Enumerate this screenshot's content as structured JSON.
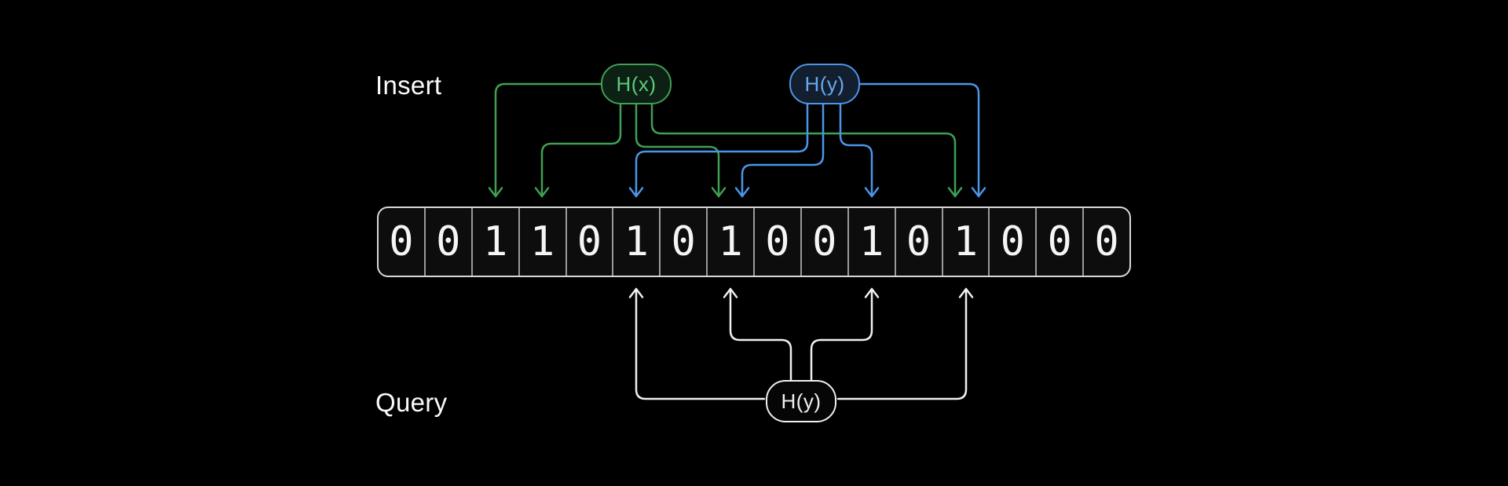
{
  "labels": {
    "insert": "Insert",
    "query": "Query"
  },
  "nodes": {
    "hash_x_insert": "H(x)",
    "hash_y_insert": "H(y)",
    "hash_y_query": "H(y)"
  },
  "array": {
    "cells": [
      "0",
      "0",
      "1",
      "1",
      "0",
      "1",
      "0",
      "1",
      "0",
      "0",
      "1",
      "0",
      "1",
      "0",
      "0",
      "0"
    ]
  },
  "mapping": {
    "hash_x_insert_cells": [
      2,
      3,
      7,
      12
    ],
    "hash_y_insert_cells": [
      5,
      7,
      10,
      12
    ],
    "hash_y_query_cells": [
      5,
      7,
      10,
      12
    ]
  },
  "colors": {
    "background": "#000000",
    "label": "#fafafa",
    "green": "#3fa053",
    "greenText": "#5dc97a",
    "greenFill": "#0d2014",
    "blue": "#4d95e8",
    "blueText": "#66a9f1",
    "blueFill": "#131f2e",
    "whiteWire": "#f0f0f0",
    "arrayBorder": "#d8d8d8",
    "cellBorder": "#9a9a9a",
    "cellFill": "#0d0d0d",
    "digit": "#f5f5f5"
  }
}
